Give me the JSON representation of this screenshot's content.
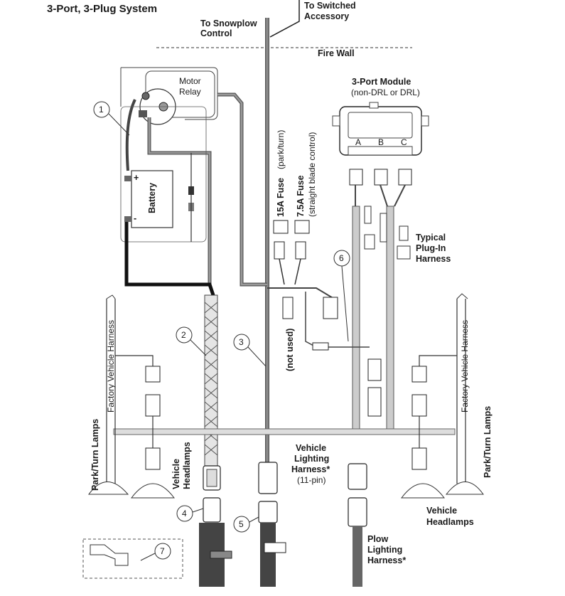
{
  "title": "3-Port, 3-Plug System",
  "labels": {
    "snowplow_control_line1": "To Snowplow",
    "snowplow_control_line2": "Control",
    "switched_accessory_line1": "To Switched",
    "switched_accessory_line2": "Accessory",
    "fire_wall": "Fire Wall",
    "motor_relay_line1": "Motor",
    "motor_relay_line2": "Relay",
    "battery": "Battery",
    "module_title": "3-Port Module",
    "module_subtitle": "(non-DRL or DRL)",
    "port_a": "A",
    "port_b": "B",
    "port_c": "C",
    "fuse15_line1": "15A Fuse",
    "fuse15_line2": "(park/turn)",
    "fuse75_line1": "7.5A Fuse",
    "fuse75_line2": "(straight blade control)",
    "not_used": "(not used)",
    "typical_plugin_line1": "Typical",
    "typical_plugin_line2": "Plug-In",
    "typical_plugin_line3": "Harness",
    "factory_harness_left": "Factory Vehicle Harness",
    "factory_harness_right": "Factory Vehicle Harness",
    "park_turn_left": "Park/Turn Lamps",
    "park_turn_right": "Park/Turn Lamps",
    "vehicle_headlamps_left_line1": "Vehicle",
    "vehicle_headlamps_left_line2": "Headlamps",
    "vehicle_lighting_line1": "Vehicle",
    "vehicle_lighting_line2": "Lighting",
    "vehicle_lighting_line3": "Harness*",
    "vehicle_lighting_line4": "(11-pin)",
    "vehicle_headlamps_right_line1": "Vehicle",
    "vehicle_headlamps_right_line2": "Headlamps",
    "plow_lighting_line1": "Plow",
    "plow_lighting_line2": "Lighting",
    "plow_lighting_line3": "Harness*",
    "battery_plus": "+",
    "battery_minus": "-"
  },
  "callouts": [
    "1",
    "2",
    "3",
    "4",
    "5",
    "6",
    "7"
  ]
}
